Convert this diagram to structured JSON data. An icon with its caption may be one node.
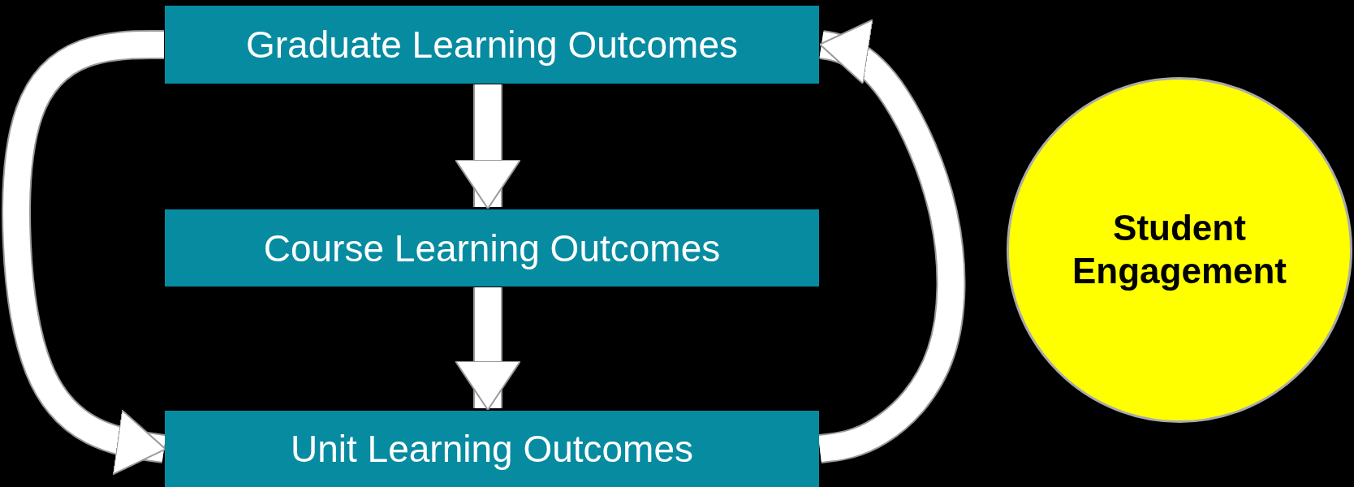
{
  "diagram": {
    "nodes": [
      {
        "text": [
          "Graduate Learning Outcomes"
        ]
      },
      {
        "text": [
          "Course Learning Outcomes"
        ]
      },
      {
        "text": [
          "Unit Learning Outcomes"
        ]
      },
      {
        "text": [
          "Student Engagement"
        ]
      }
    ],
    "edges": [
      {
        "from": 0,
        "to": 1,
        "arrow": "to"
      },
      {
        "from": 1,
        "to": 2,
        "arrow": "to"
      },
      {
        "from": 0,
        "to": 2,
        "arrow": "to"
      },
      {
        "from": 2,
        "to": 0,
        "arrow": "to"
      }
    ]
  }
}
